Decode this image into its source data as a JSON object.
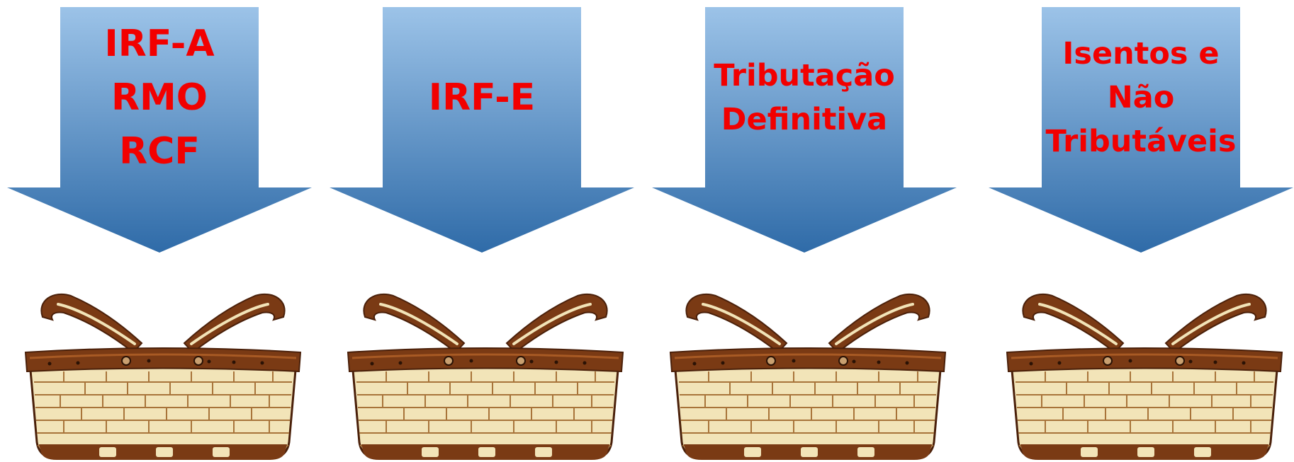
{
  "diagram": {
    "arrows": [
      {
        "lines": [
          "IRF-A",
          "RMO",
          "RCF"
        ]
      },
      {
        "lines": [
          "IRF-E"
        ]
      },
      {
        "lines": [
          "Tributação",
          "Definitiva"
        ]
      },
      {
        "lines": [
          "Isentos e",
          "Não",
          "Tributáveis"
        ]
      }
    ]
  },
  "colors": {
    "arrow_top": "#9cc3e8",
    "arrow_bottom": "#2f6ba8",
    "label": "#f20000",
    "basket_brown": "#7a3a14",
    "basket_weave": "#f2e4b8"
  }
}
